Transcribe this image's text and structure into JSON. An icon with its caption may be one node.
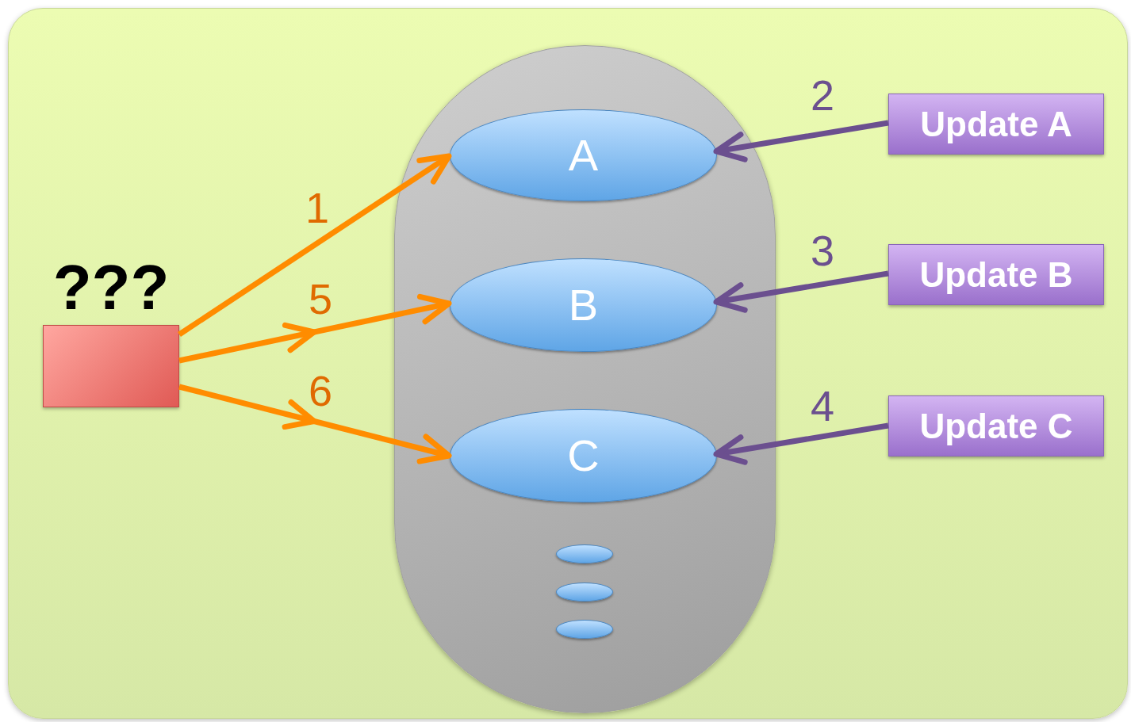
{
  "diagram": {
    "nodes": [
      {
        "text": [],
        "shape": "box"
      },
      {
        "text": [
          "A"
        ],
        "in": 0
      },
      {
        "text": [
          "B"
        ],
        "in": 0
      },
      {
        "text": [
          "C"
        ],
        "in": 0
      },
      {
        "text": [],
        "shape": "ellipse",
        "in": 0
      },
      {
        "text": [],
        "shape": "ellipse",
        "in": 0
      },
      {
        "text": [],
        "shape": "ellipse",
        "in": 0
      },
      {
        "text": [
          "???"
        ]
      },
      {
        "text": [
          "Update A"
        ]
      },
      {
        "text": [
          "Update B"
        ]
      },
      {
        "text": [
          "Update C"
        ]
      }
    ],
    "edges": [
      {
        "from": 7,
        "to": 1,
        "arrow": "to",
        "label": "1",
        "color": "#ff8c00"
      },
      {
        "from": 8,
        "to": 1,
        "arrow": "to",
        "label": "2",
        "color": "#6b4f8f"
      },
      {
        "from": 9,
        "to": 2,
        "arrow": "to",
        "label": "3",
        "color": "#6b4f8f"
      },
      {
        "from": 10,
        "to": 3,
        "arrow": "to",
        "label": "4",
        "color": "#6b4f8f"
      },
      {
        "from": 7,
        "to": 2,
        "arrow": "to",
        "label": "5",
        "color": "#ff8c00"
      },
      {
        "from": 7,
        "to": 3,
        "arrow": "to",
        "label": "6",
        "color": "#ff8c00"
      }
    ]
  }
}
